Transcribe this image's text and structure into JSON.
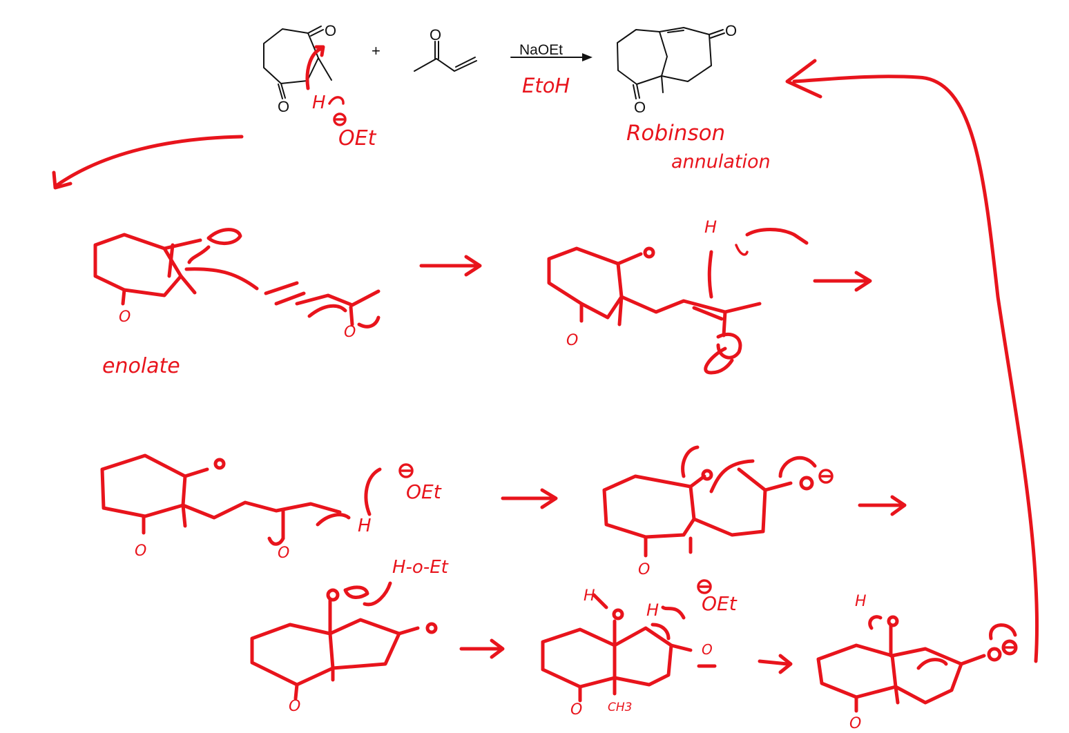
{
  "reaction": {
    "plus": "+",
    "reagent": "NaOEt",
    "solvent": "EtoH",
    "name_line1": "Robinson",
    "name_line2": "annulation"
  },
  "atoms": {
    "oxygen": "O",
    "hydrogen": "H",
    "ethoxide": "OEt",
    "ethanol": "H-o-Et",
    "methyl": "CH3"
  },
  "notes": {
    "enolate": "enolate"
  },
  "colors": {
    "ink": "#111111",
    "annotation": "#e8141c",
    "background": "#ffffff"
  }
}
